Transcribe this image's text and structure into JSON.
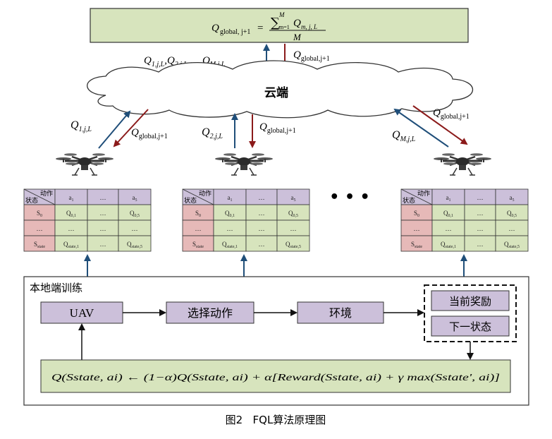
{
  "global": {
    "formula_left": "Q",
    "formula_left_sub": "global, j+1",
    "formula_eq": "=",
    "sum": "∑",
    "sum_sub": "m=1",
    "sum_sup": "M",
    "formula_num": "Q",
    "formula_num_sub": "m, j, L",
    "formula_den": "M"
  },
  "upload_label": "Q1,j,L,Q2,j,L,…,QM,j,L",
  "upload_label_parts": [
    "Q",
    "1,j,L",
    ",Q",
    "2,j,L",
    ",…,Q",
    "M,j,L"
  ],
  "download_label_main": "Q",
  "download_label_sub": "global,j+1",
  "cloud_label": "云端",
  "agents": [
    {
      "up": "Q",
      "up_sub": "1,j,L",
      "down": "Q",
      "down_sub": "global,j+1"
    },
    {
      "up": "Q",
      "up_sub": "2,j,L",
      "down": "Q",
      "down_sub": "global,j+1"
    },
    {
      "up": "Q",
      "up_sub": "M,j,L",
      "down": "Q",
      "down_sub": "global,j+1"
    }
  ],
  "ellipsis": "• • •",
  "qtable": {
    "header_action": "动作",
    "header_state": "状态",
    "col_headers": [
      "a1",
      "…",
      "a5"
    ],
    "rows": [
      {
        "state": "S0",
        "cells": [
          "Q0,1",
          "…",
          "Q0,5"
        ]
      },
      {
        "state": "…",
        "cells": [
          "…",
          "…",
          "…"
        ]
      },
      {
        "state": "Sstate",
        "cells": [
          "Qstate,1",
          "…",
          "Qstate,5"
        ]
      }
    ]
  },
  "local": {
    "title": "本地端训练",
    "uav": "UAV",
    "select_action": "选择动作",
    "environment": "环境",
    "current_reward": "当前奖励",
    "next_state": "下一状态",
    "update_formula": "Q(Sstate, ai) ← (1−α)Q(Sstate, ai) + α[Reward(Sstate, ai) + γ max(Sstate', ai)]"
  },
  "caption": "图2   FQL算法原理图",
  "colors": {
    "box_green": "#d7e4bd",
    "box_purple": "#ccc0da",
    "cell_pink": "#e6b9b8",
    "header_lilac": "#ccc0da",
    "arrow_blue": "#1f4e79",
    "arrow_red": "#8b1a1a"
  }
}
